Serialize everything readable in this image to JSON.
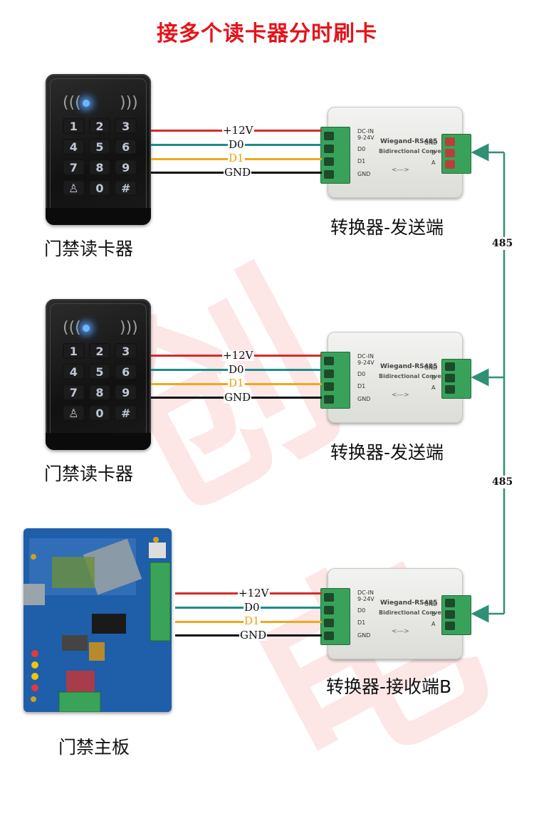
{
  "title": "接多个读卡器分时刷卡",
  "watermark": "创电",
  "wire_labels": {
    "v12": "+12V",
    "d0": "D0",
    "d1": "D1",
    "gnd": "GND"
  },
  "captions": {
    "reader1": "门禁读卡器",
    "reader2": "门禁读卡器",
    "board": "门禁主板",
    "converter1": "转换器-发送端",
    "converter2": "转换器-发送端",
    "converter3": "转换器-接收端B"
  },
  "bus": {
    "label_upper": "485",
    "label_lower": "485"
  },
  "keypad": [
    "1",
    "2",
    "3",
    "4",
    "5",
    "6",
    "7",
    "8",
    "9",
    "♙",
    "0",
    "#"
  ],
  "converter": {
    "brand": "Wiegand-RS485",
    "subtitle": "Bidirectional Conversion",
    "arrows": "<--->",
    "pins_left": [
      "DC-IN 9-24V",
      "D0",
      "D1",
      "GND"
    ],
    "pins_right": [
      "GND",
      "B",
      "A"
    ]
  },
  "colors": {
    "v12": "#d42b2b",
    "d0": "#1e8c8c",
    "d1": "#f0a81c",
    "gnd": "#111111",
    "bus": "#2f8f77",
    "title": "#e5141b"
  }
}
